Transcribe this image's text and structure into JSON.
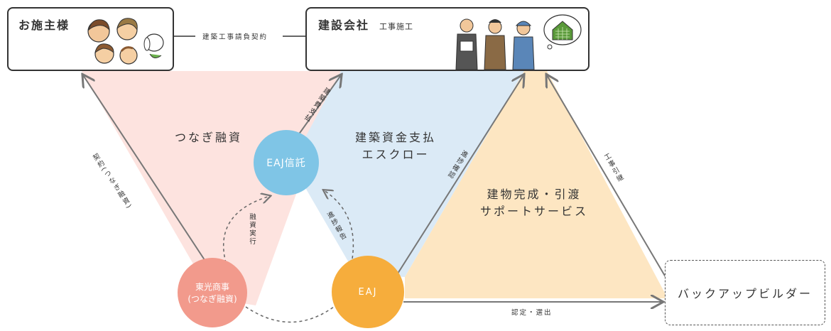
{
  "client": {
    "title": "お施主様"
  },
  "company": {
    "title": "建設会社",
    "subtitle": "工事施工"
  },
  "backup": {
    "title": "バックアップビルダー"
  },
  "contract_label": "建築工事請負契約",
  "regions": {
    "bridge_loan": "つなぎ融資",
    "escrow_line1": "建築資金支払",
    "escrow_line2": "エスクロー",
    "support_line1": "建物完成・引渡",
    "support_line2": "サポートサービス"
  },
  "nodes": {
    "trust": "EAJ信託",
    "toko_line1": "東光商事",
    "toko_line2": "(つなぎ融資)",
    "eaj": "EAJ"
  },
  "edge_labels": {
    "contract_loan_a": "契約",
    "contract_loan_b": "(つなぎ融資)",
    "construction_payment": "建築費支払",
    "loan_execution": "融資実行",
    "progress_report": "進捗報告",
    "progress_check": "進捗確認",
    "construction_handover": "工事引継",
    "certify_select": "認定・選出"
  },
  "colors": {
    "pink_region": "#fde3df",
    "blue_region": "#dbeaf6",
    "orange_region": "#fde6c2",
    "trust_circle": "#7fc5e6",
    "toko_circle": "#f29a8c",
    "eaj_circle": "#f6ad3c",
    "line": "#777777"
  },
  "icons": [
    "family-icon",
    "workers-icon",
    "house-thought-icon"
  ]
}
